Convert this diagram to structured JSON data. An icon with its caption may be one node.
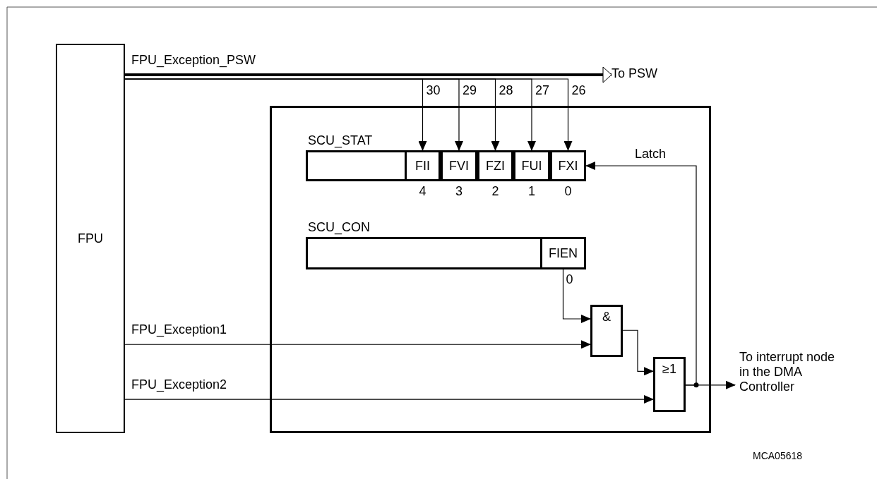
{
  "diagram": {
    "nodes": [
      {
        "text": [
          "FPU"
        ]
      },
      {
        "text": [],
        "shape": "box"
      },
      {
        "text": [
          "SCU_STAT"
        ],
        "in": 1
      },
      {
        "text": [
          "FII"
        ],
        "in": 2,
        "beside": [
          "4"
        ]
      },
      {
        "text": [
          "FVI"
        ],
        "in": 2,
        "beside": [
          "3"
        ]
      },
      {
        "text": [
          "FZI"
        ],
        "in": 2,
        "beside": [
          "2"
        ]
      },
      {
        "text": [
          "FUI"
        ],
        "in": 2,
        "beside": [
          "1"
        ]
      },
      {
        "text": [
          "FXI"
        ],
        "in": 2,
        "beside": [
          "0"
        ]
      },
      {
        "text": [
          "SCU_CON"
        ],
        "in": 1
      },
      {
        "text": [
          "FIEN"
        ],
        "in": 8,
        "beside": [
          "0"
        ]
      },
      {
        "text": [
          "&"
        ],
        "in": 1
      },
      {
        "text": [
          "≥1"
        ],
        "in": 1
      },
      {
        "text": [
          "To PSW"
        ]
      },
      {
        "text": [
          "To interrupt node in the DMA Controller"
        ]
      }
    ],
    "edges": [
      {
        "from": 0,
        "to": 12,
        "arrow": "to",
        "label": "FPU_Exception_PSW",
        "style": "thick"
      },
      {
        "from": 0,
        "to": 3,
        "arrow": "to",
        "label": "30"
      },
      {
        "from": 0,
        "to": 4,
        "arrow": "to",
        "label": "29"
      },
      {
        "from": 0,
        "to": 5,
        "arrow": "to",
        "label": "28"
      },
      {
        "from": 0,
        "to": 6,
        "arrow": "to",
        "label": "27"
      },
      {
        "from": 0,
        "to": 7,
        "arrow": "to",
        "label": "26"
      },
      {
        "from": 0,
        "to": 10,
        "arrow": "to",
        "label": "FPU_Exception1"
      },
      {
        "from": 0,
        "to": 11,
        "arrow": "to",
        "label": "FPU_Exception2"
      },
      {
        "from": 9,
        "to": 10,
        "arrow": "to"
      },
      {
        "from": 10,
        "to": 11,
        "arrow": "to"
      },
      {
        "from": 11,
        "to": 13,
        "arrow": "to"
      },
      {
        "from": 11,
        "to": 7,
        "arrow": "to",
        "label": "Latch"
      }
    ],
    "labels": [
      "MCA05618"
    ]
  }
}
